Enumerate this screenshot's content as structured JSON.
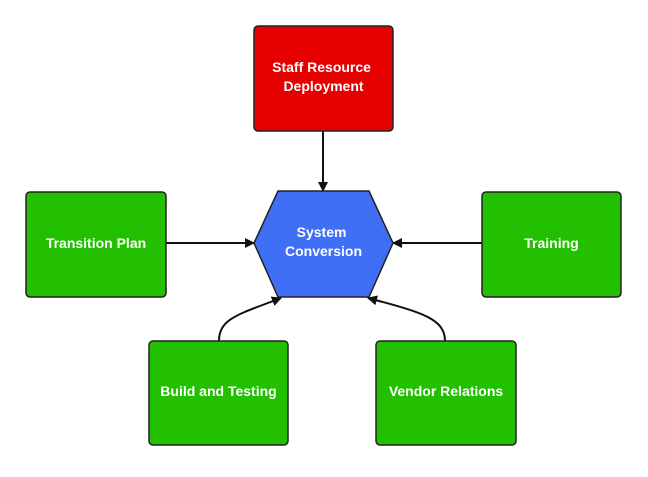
{
  "diagram": {
    "center": {
      "line1": "System",
      "line2": "Conversion",
      "color": "#3f6ff5"
    },
    "top": {
      "line1": "Staff Resource",
      "line2": "Deployment",
      "color": "#e60000"
    },
    "left": {
      "label": "Transition Plan",
      "color": "#22c000"
    },
    "right": {
      "label": "Training",
      "color": "#22c000"
    },
    "bottom_left": {
      "label": "Build and Testing",
      "color": "#22c000"
    },
    "bottom_right": {
      "label": "Vendor Relations",
      "color": "#22c000"
    },
    "arrow_color": "#111111"
  }
}
